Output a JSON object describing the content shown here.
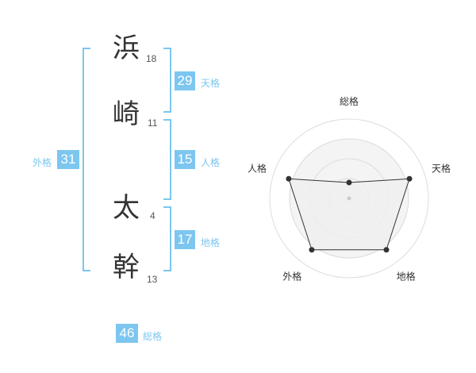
{
  "name": {
    "chars": [
      {
        "char": "浜",
        "strokes": "18"
      },
      {
        "char": "崎",
        "strokes": "11"
      },
      {
        "char": "太",
        "strokes": "4"
      },
      {
        "char": "幹",
        "strokes": "13"
      }
    ]
  },
  "kaku": {
    "tenkaku": {
      "value": "29",
      "label": "天格"
    },
    "jinkaku": {
      "value": "15",
      "label": "人格"
    },
    "chikaku": {
      "value": "17",
      "label": "地格"
    },
    "gaikaku": {
      "value": "31",
      "label": "外格"
    },
    "soukaku": {
      "value": "46",
      "label": "総格"
    }
  },
  "chart_data": {
    "type": "radar",
    "axes": [
      "総格",
      "天格",
      "地格",
      "外格",
      "人格"
    ],
    "values": [
      1,
      4,
      4,
      4,
      4
    ],
    "max": 5,
    "rings": 4,
    "colors": {
      "fill": "#eeeeee",
      "stroke": "#333333",
      "ring": "#dddddd"
    }
  }
}
